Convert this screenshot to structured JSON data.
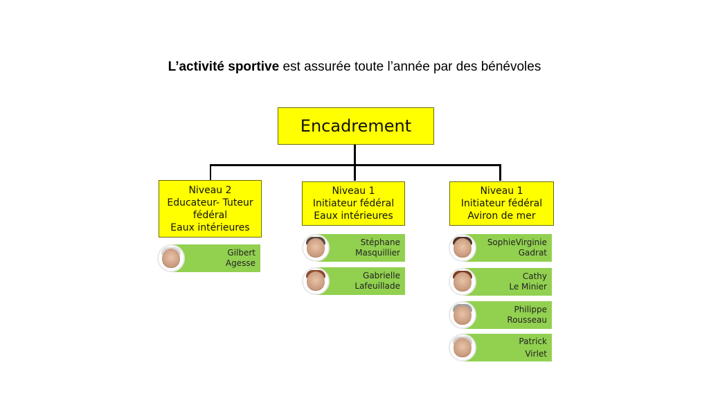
{
  "headline": {
    "bold": "L’activité sportive",
    "rest": " est assurée toute l’année par des bénévoles"
  },
  "root": {
    "label": "Encadrement"
  },
  "levels": [
    {
      "lines": [
        "Niveau 2",
        "Educateur- Tuteur",
        "fédéral",
        "Eaux intérieures"
      ],
      "people": [
        {
          "first": "Gilbert",
          "last": "Agesse"
        }
      ]
    },
    {
      "lines": [
        "Niveau 1",
        "Initiateur fédéral",
        "Eaux intérieures"
      ],
      "people": [
        {
          "first": "Stéphane",
          "last": "Masquillier"
        },
        {
          "first": "Gabrielle",
          "last": "Lafeuillade"
        }
      ]
    },
    {
      "lines": [
        "Niveau 1",
        "Initiateur fédéral",
        "Aviron de mer"
      ],
      "people": [
        {
          "first": "SophieVirginie",
          "last": "Gadrat"
        },
        {
          "first": "Cathy",
          "last": "Le Minier"
        },
        {
          "first": "Philippe",
          "last": "Rousseau"
        },
        {
          "first": "Patrick",
          "last": "Virlet"
        }
      ]
    }
  ],
  "colors": {
    "box_fill": "#ffff00",
    "person_fill": "#92d050",
    "connector": "#000000"
  },
  "icons": {
    "person_photo": "person-photo-icon"
  }
}
